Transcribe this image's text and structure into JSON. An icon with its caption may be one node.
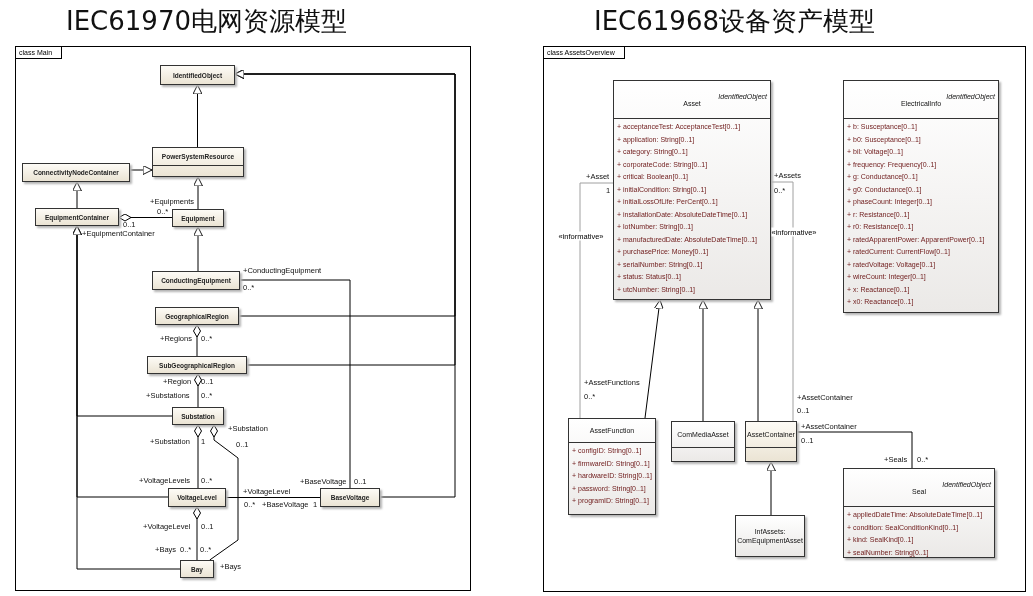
{
  "diagram": {
    "nodes": [
      {
        "text": [
          "IEC61970电网资源模型",
          "class Main"
        ]
      },
      {
        "text": [
          "IdentifiedObject"
        ],
        "in": 0
      },
      {
        "text": [
          "PowerSystemResource"
        ],
        "in": 0
      },
      {
        "text": [
          "ConnectivityNodeContainer"
        ],
        "in": 0
      },
      {
        "text": [
          "EquipmentContainer"
        ],
        "in": 0
      },
      {
        "text": [
          "Equipment"
        ],
        "in": 0
      },
      {
        "text": [
          "ConductingEquipment"
        ],
        "in": 0
      },
      {
        "text": [
          "GeographicalRegion"
        ],
        "in": 0
      },
      {
        "text": [
          "SubGeographicalRegion"
        ],
        "in": 0
      },
      {
        "text": [
          "Substation"
        ],
        "in": 0
      },
      {
        "text": [
          "VoltageLevel"
        ],
        "in": 0
      },
      {
        "text": [
          "BaseVoltage"
        ],
        "in": 0
      },
      {
        "text": [
          "Bay"
        ],
        "in": 0
      },
      {
        "text": [
          "IEC61968设备资产模型",
          "class AssetsOverview"
        ]
      },
      {
        "text": [
          "IdentifiedObject",
          "Asset",
          "+ acceptanceTest: AcceptanceTest[0..1]",
          "+ application: String[0..1]",
          "+ category: String[0..1]",
          "+ corporateCode: String[0..1]",
          "+ critical: Boolean[0..1]",
          "+ initialCondition: String[0..1]",
          "+ initialLossOfLife: PerCent[0..1]",
          "+ installationDate: AbsoluteDateTime[0..1]",
          "+ lotNumber: String[0..1]",
          "+ manufacturedDate: AbsoluteDateTime[0..1]",
          "+ purchasePrice: Money[0..1]",
          "+ serialNumber: String[0..1]",
          "+ status: Status[0..1]",
          "+ utcNumber: String[0..1]"
        ],
        "in": 13
      },
      {
        "text": [
          "IdentifiedObject",
          "ElectricalInfo",
          "+ b: Susceptance[0..1]",
          "+ b0: Susceptance[0..1]",
          "+ bil: Voltage[0..1]",
          "+ frequency: Frequency[0..1]",
          "+ g: Conductance[0..1]",
          "+ g0: Conductance[0..1]",
          "+ phaseCount: Integer[0..1]",
          "+ r: Resistance[0..1]",
          "+ r0: Resistance[0..1]",
          "+ ratedApparentPower: ApparentPower[0..1]",
          "+ ratedCurrent: CurrentFlow[0..1]",
          "+ ratedVoltage: Voltage[0..1]",
          "+ wireCount: Integer[0..1]",
          "+ x: Reactance[0..1]",
          "+ x0: Reactance[0..1]"
        ],
        "in": 13
      },
      {
        "text": [
          "AssetFunction",
          "+ configID: String[0..1]",
          "+ firmwareID: String[0..1]",
          "+ hardwareID: String[0..1]",
          "+ password: String[0..1]",
          "+ programID: String[0..1]"
        ],
        "in": 13
      },
      {
        "text": [
          "ComMediaAsset"
        ],
        "in": 13
      },
      {
        "text": [
          "AssetContainer"
        ],
        "in": 13
      },
      {
        "text": [
          "InfAssets: ComEquipmentAsset"
        ],
        "in": 13
      },
      {
        "text": [
          "IdentifiedObject",
          "Seal",
          "+ appliedDateTime: AbsoluteDateTime[0..1]",
          "+ condition: SealConditionKind[0..1]",
          "+ kind: SealKind[0..1]",
          "+ sealNumber: String[0..1]"
        ],
        "in": 13
      }
    ],
    "edges": [
      {
        "from": 2,
        "to": 1,
        "arrow": "to"
      },
      {
        "from": 3,
        "to": 2,
        "arrow": "to"
      },
      {
        "from": 5,
        "to": 2,
        "arrow": "to"
      },
      {
        "from": 4,
        "to": 3,
        "arrow": "to"
      },
      {
        "from": 6,
        "to": 5,
        "arrow": "to"
      },
      {
        "from": 5,
        "to": 4,
        "arrow": "other"
      },
      {
        "from": 7,
        "to": 1,
        "arrow": "to"
      },
      {
        "from": 8,
        "to": 1,
        "arrow": "to"
      },
      {
        "from": 11,
        "to": 1,
        "arrow": "to"
      },
      {
        "from": 9,
        "to": 4,
        "arrow": "to"
      },
      {
        "from": 10,
        "to": 4,
        "arrow": "to"
      },
      {
        "from": 12,
        "to": 4,
        "arrow": "to"
      },
      {
        "from": 6,
        "to": 11,
        "arrow": "none"
      },
      {
        "from": 8,
        "to": 7,
        "arrow": "other"
      },
      {
        "from": 9,
        "to": 8,
        "arrow": "other"
      },
      {
        "from": 10,
        "to": 9,
        "arrow": "other"
      },
      {
        "from": 12,
        "to": 9,
        "arrow": "other"
      },
      {
        "from": 12,
        "to": 10,
        "arrow": "other"
      },
      {
        "from": 10,
        "to": 11,
        "arrow": "none"
      },
      {
        "from": 16,
        "to": 14,
        "arrow": "to"
      },
      {
        "from": 17,
        "to": 14,
        "arrow": "to"
      },
      {
        "from": 18,
        "to": 14,
        "arrow": "to"
      },
      {
        "from": 19,
        "to": 18,
        "arrow": "to"
      },
      {
        "from": 14,
        "to": 16,
        "arrow": "none",
        "label": "«informative»",
        "color": "#a0a0a0"
      },
      {
        "from": 14,
        "to": 18,
        "arrow": "none",
        "label": "«informative»",
        "color": "#a0a0a0"
      },
      {
        "from": 18,
        "to": 20,
        "arrow": "none"
      }
    ],
    "labels": [
      "+Equipments",
      "0..*",
      "0..1",
      "+EquipmentContainer",
      "+ConductingEquipment",
      "0..*",
      "+Regions",
      "0..*",
      "+Region",
      "0..1",
      "+Substations",
      "0..*",
      "+Substation",
      "0..1",
      "+Substation",
      "1",
      "+VoltageLevels",
      "0..*",
      "+VoltageLevel",
      "0..*",
      "+BaseVoltage",
      "0..1",
      "+BaseVoltage",
      "1",
      "+VoltageLevel",
      "0..1",
      "+Bays",
      "0..*",
      "0..*",
      "+Bays",
      "+Asset",
      "1",
      "+AssetFunctions",
      "0..*",
      "+Assets",
      "0..*",
      "+AssetContainer",
      "0..1",
      "+AssetContainer",
      "0..1",
      "+Seals",
      "0..*"
    ]
  }
}
